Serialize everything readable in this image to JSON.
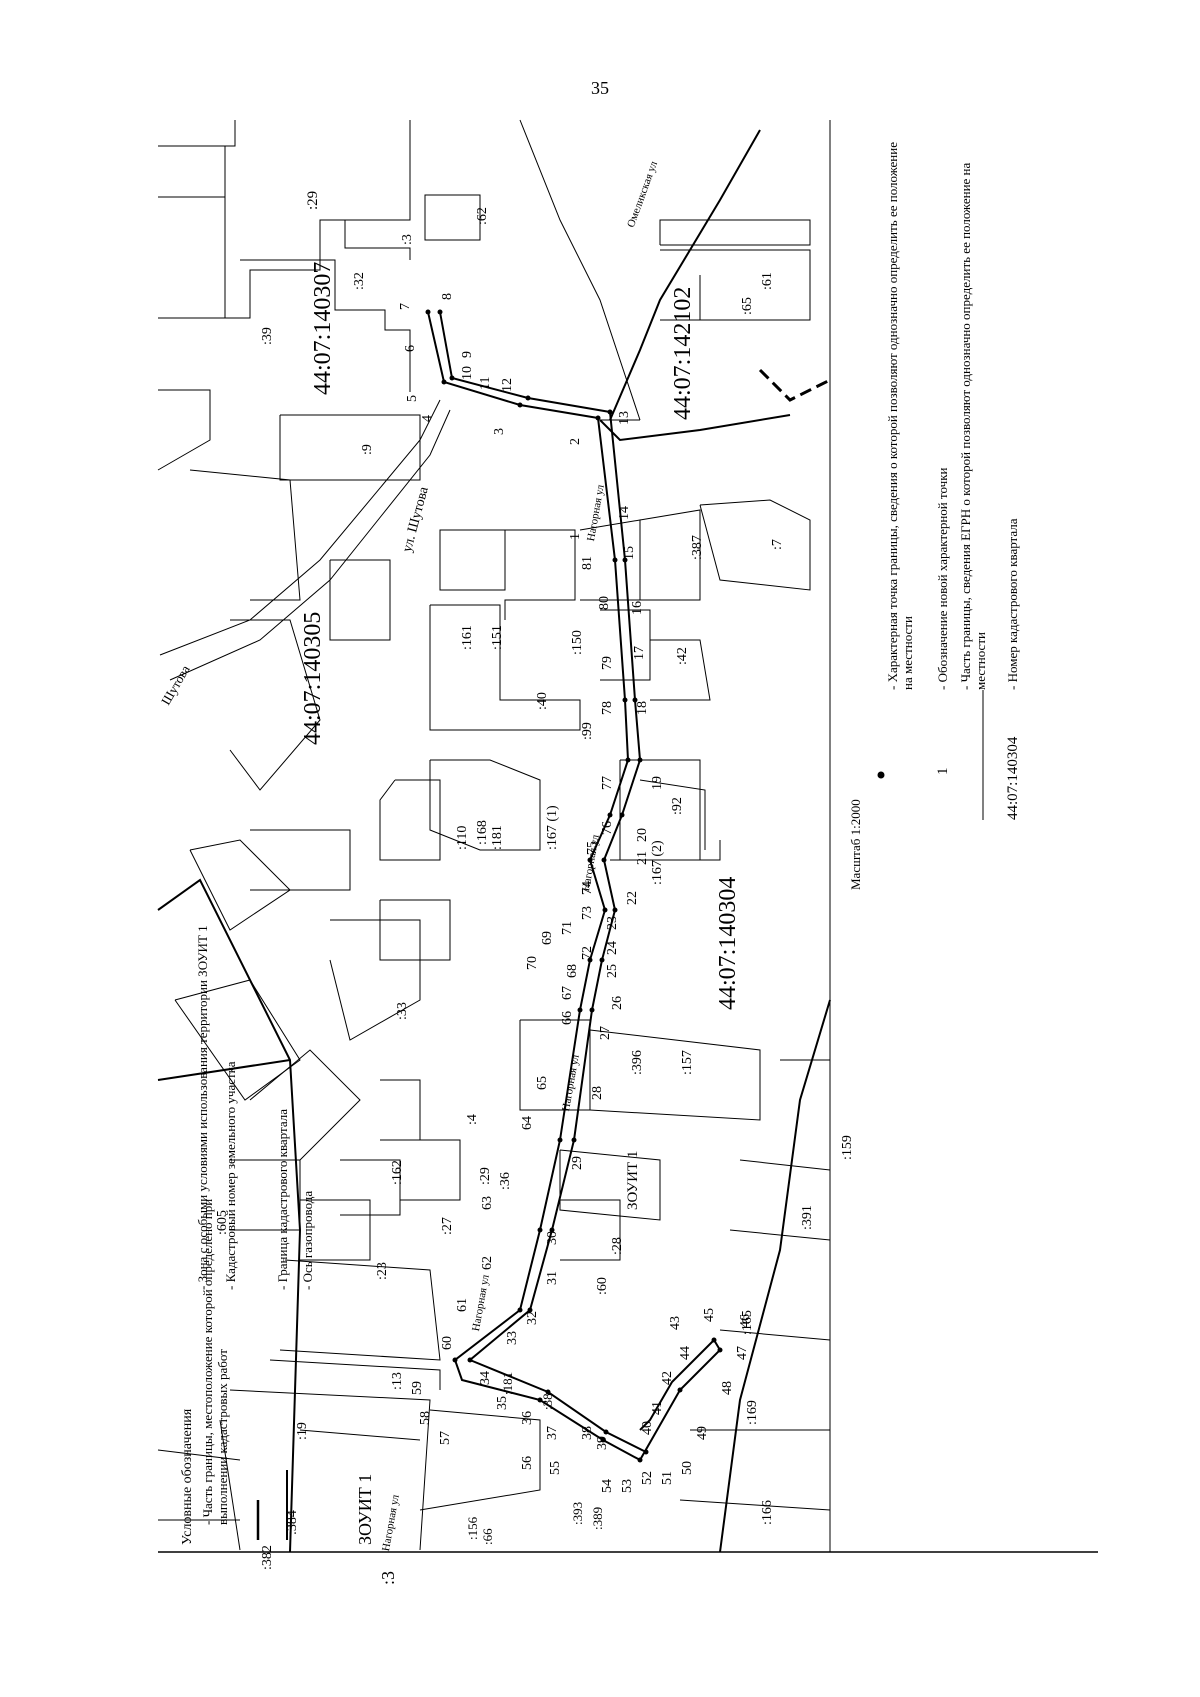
{
  "page_number": "35",
  "cadastral_quarters": [
    "44:07:140307",
    "44:07:140305",
    "44:07:142102",
    "44:07:140304"
  ],
  "streets": [
    "ул. Шутова",
    "Шутова",
    "Нагорная ул",
    "Нагорная ул",
    "Нагорная ул",
    "Нагорная ул",
    "Нагорная ул",
    "Омеликская ул"
  ],
  "zone_label": "ЗОУИТ 1",
  "parcels": [
    ":29",
    ":3",
    ":62",
    ":39",
    ":32",
    ":9",
    ":387",
    ":7",
    ":65",
    ":61",
    ":161",
    ":151",
    ":150",
    ":40",
    ":99",
    ":42",
    ":92",
    ":167 (1)",
    ":167 (2)",
    ":168",
    ":181",
    ":110",
    ":33",
    ":157",
    ":396",
    ":4",
    ":162",
    ":29",
    ":36",
    ":27",
    ":23",
    ":28",
    ":60",
    ":605",
    ":391",
    ":13",
    ":181",
    ":38",
    ":165",
    ":169",
    ":19",
    ":166",
    ":384",
    ":382",
    ":156",
    ":66",
    ":393",
    ":389",
    ":159"
  ],
  "points": {
    "p1": "1",
    "p2": "2",
    "p3": "3",
    "p4": "4",
    "p5": "5",
    "p6": "6",
    "p7": "7",
    "p8": "8",
    "p9": "9",
    "p10": "10",
    "p11": "11",
    "p12": "12",
    "p13": "13",
    "p14": "14",
    "p15": "15",
    "p16": "16",
    "p17": "17",
    "p18": "18",
    "p19": "19",
    "p20": "20",
    "p21": "21",
    "p22": "22",
    "p23": "23",
    "p24": "24",
    "p25": "25",
    "p26": "26",
    "p27": "27",
    "p28": "28",
    "p29": "29",
    "p30": "30",
    "p31": "31",
    "p32": "32",
    "p33": "33",
    "p34": "34",
    "p35": "35",
    "p36": "36",
    "p37": "37",
    "p38": "38",
    "p39": "39",
    "p40": "40",
    "p41": "41",
    "p42": "42",
    "p43": "43",
    "p44": "44",
    "p45": "45",
    "p46": "46",
    "p47": "47",
    "p48": "48",
    "p49": "49",
    "p50": "50",
    "p51": "51",
    "p52": "52",
    "p53": "53",
    "p54": "54",
    "p55": "55",
    "p56": "56",
    "p57": "57",
    "p58": "58",
    "p59": "59",
    "p60": "60",
    "p61": "61",
    "p62": "62",
    "p63": "63",
    "p64": "64",
    "p65": "65",
    "p66": "66",
    "p67": "67",
    "p68": "68",
    "p69": "69",
    "p70": "70",
    "p71": "71",
    "p72": "72",
    "p73": "73",
    "p74": "74",
    "p75": "75",
    "p76": "76",
    "p77": "77",
    "p78": "78",
    "p79": "79",
    "p80": "80",
    "p81": "81"
  },
  "scale": "Масштаб 1:2000",
  "legend": {
    "title": "Условные обозначения",
    "part_boundary_defined": "- Часть границы, местоположение которой определено при выполнении кадастровых работ",
    "zone_symbol": "ЗОУИТ 1",
    "zone_text": "- Зона с особыми условиями использования территории ЗОУИТ 1",
    "parcel_symbol": ":3",
    "parcel_text": "- Кадастровый номер земельного участка",
    "quarter_boundary_text": "- Граница кадастрового квартала",
    "gas_axis_text": "- Ось газопровода",
    "char_point_text": "- Характерная точка границы, сведения о которой позволяют однозначно определить ее положение на местности",
    "new_point_symbol": "1",
    "new_point_text": "- Обозначение новой характерной точки",
    "egrn_boundary_text": "- Часть границы, сведения ЕГРН о которой позволяют однозначно определить ее положение на местности",
    "quarter_number_symbol": "44:07:140304",
    "quarter_number_text": "- Номер кадастрового квартала"
  },
  "colors": {
    "ink": "#000000",
    "paper": "#ffffff",
    "faint": "#555555"
  }
}
